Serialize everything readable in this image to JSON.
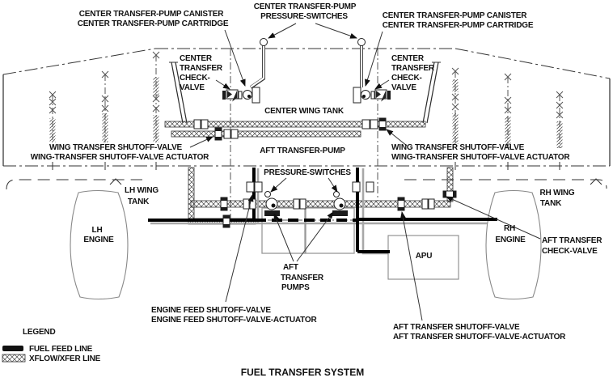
{
  "title": "FUEL TRANSFER SYSTEM",
  "labels": {
    "canister_left": [
      "CENTER TRANSFER-PUMP CANISTER",
      "CENTER TRANSFER-PUMP CARTRIDGE"
    ],
    "pressure_switches_top": [
      "CENTER TRANSFER-PUMP",
      "PRESSURE-SWITCHES"
    ],
    "canister_right": [
      "CENTER TRANSFER-PUMP CANISTER",
      "CENTER TRANSFER-PUMP CARTRIDGE"
    ],
    "check_valve_left": [
      "CENTER",
      "TRANSFER",
      "CHECK-",
      "VALVE"
    ],
    "check_valve_right": [
      "CENTER",
      "TRANSFER",
      "CHECK-",
      "VALVE"
    ],
    "center_wing_tank": "CENTER WING TANK",
    "wing_shutoff_left": [
      "WING TRANSFER SHUTOFF-VALVE",
      "WING-TRANSFER SHUTOFF-VALVE ACTUATOR"
    ],
    "wing_shutoff_right": [
      "WING TRANSFER SHUTOFF-VALVE",
      "WING-TRANSFER SHUTOFF-VALVE ACTUATOR"
    ],
    "aft_transfer_pump": "AFT TRANSFER-PUMP",
    "pressure_switches_mid": "PRESSURE-SWITCHES",
    "lh_wing_tank": [
      "LH WING",
      "TANK"
    ],
    "rh_wing_tank": [
      "RH WING",
      "TANK"
    ],
    "lh_engine": [
      "LH",
      "ENGINE"
    ],
    "rh_engine": [
      "RH",
      "ENGINE"
    ],
    "apu": "APU",
    "aft_transfer_pumps": [
      "AFT",
      "TRANSFER",
      "PUMPS"
    ],
    "aft_check_valve": [
      "AFT TRANSFER",
      "CHECK-VALVE"
    ],
    "engine_feed": [
      "ENGINE FEED SHUTOFF-VALVE",
      "ENGINE FEED SHUTOFF-VALVE-ACTUATOR"
    ],
    "aft_shutoff": [
      "AFT TRANSFER SHUTOFF-VALVE",
      "AFT TRANSFER SHUTOFF-VALVE-ACTUATOR"
    ]
  },
  "legend": {
    "title": "LEGEND",
    "items": [
      {
        "label": "FUEL FEED LINE",
        "symbol": "fuel-feed-solid-line"
      },
      {
        "label": "XFLOW/XFER LINE",
        "symbol": "xflow-crosshatched-line"
      }
    ]
  },
  "colors": {
    "ink": "#1a1a1a",
    "feed_line": "#000000",
    "xfer_hatch": "#333333",
    "pipe_shadow": "#a8a8a8"
  }
}
